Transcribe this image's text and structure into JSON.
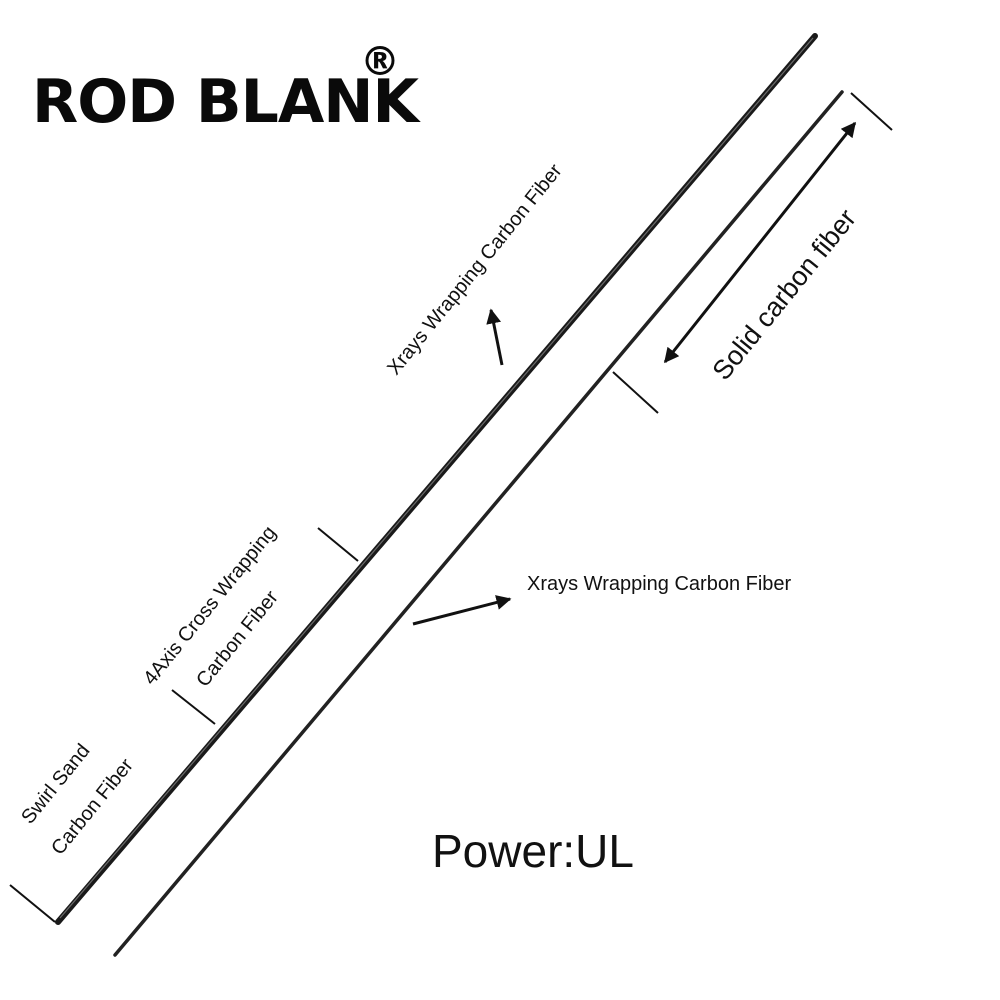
{
  "brand": {
    "name": "ROD BLANK",
    "mark": "®"
  },
  "labels": {
    "xrays_upper": "Xrays Wrapping Carbon Fiber",
    "solid_tip": "Solid carbon fiber",
    "xrays_lower": "Xrays Wrapping Carbon Fiber",
    "axis4_line1": "4Axis Cross Wrapping",
    "axis4_line2": "Carbon Fiber",
    "swirl_line1": "Swirl Sand",
    "swirl_line2": "Carbon Fiber"
  },
  "power": "Power:UL",
  "colors": {
    "rod": "#1a1a1a",
    "background": "#ffffff",
    "text": "#111111"
  }
}
